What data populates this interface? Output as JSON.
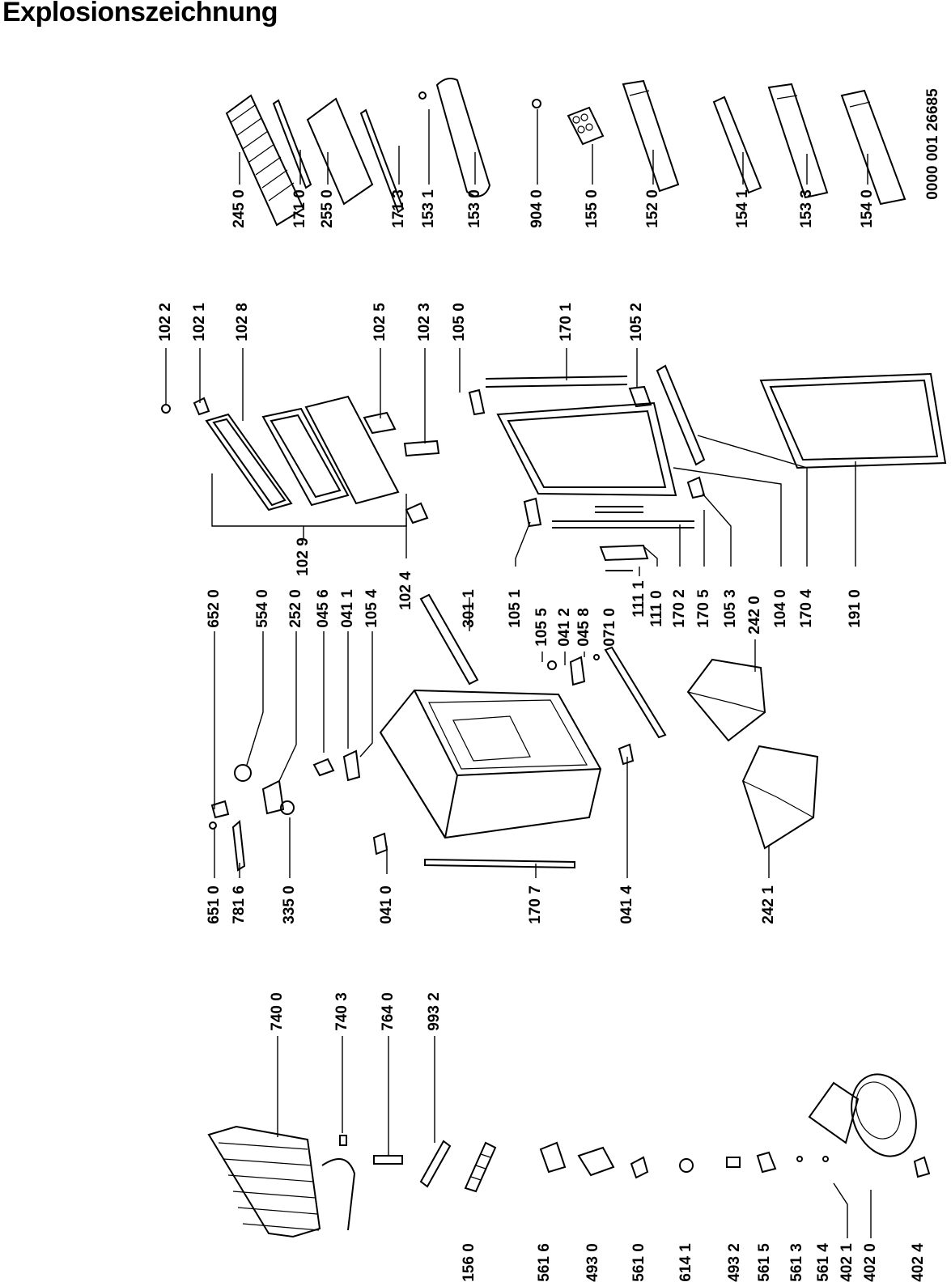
{
  "title": "Explosionszeichnung",
  "document_number": "0000 001 26685",
  "part_labels": [
    "245 0",
    "171 0",
    "255 0",
    "171 3",
    "153 1",
    "153 0",
    "904 0",
    "155 0",
    "152 0",
    "154 1",
    "153 3",
    "154 0",
    "102 2",
    "102 1",
    "102 8",
    "102 5",
    "102 3",
    "105 0",
    "170 1",
    "105 2",
    "102 9",
    "102 4",
    "652 0",
    "554 0",
    "252 0",
    "045 6",
    "041 1",
    "105 4",
    "301 1",
    "105 1",
    "105 5",
    "041 2",
    "045 8",
    "071 0",
    "111 1",
    "111 0",
    "170 2",
    "170 5",
    "105 3",
    "242 0",
    "104 0",
    "170 4",
    "191 0",
    "651 0",
    "781 6",
    "335 0",
    "041 0",
    "170 7",
    "041 4",
    "242 1",
    "740 0",
    "740 3",
    "764 0",
    "993 2",
    "156 0",
    "561 6",
    "493 0",
    "561 0",
    "614 1",
    "493 2",
    "561 5",
    "561 3",
    "561 4",
    "402 1",
    "402 0",
    "402 4"
  ]
}
